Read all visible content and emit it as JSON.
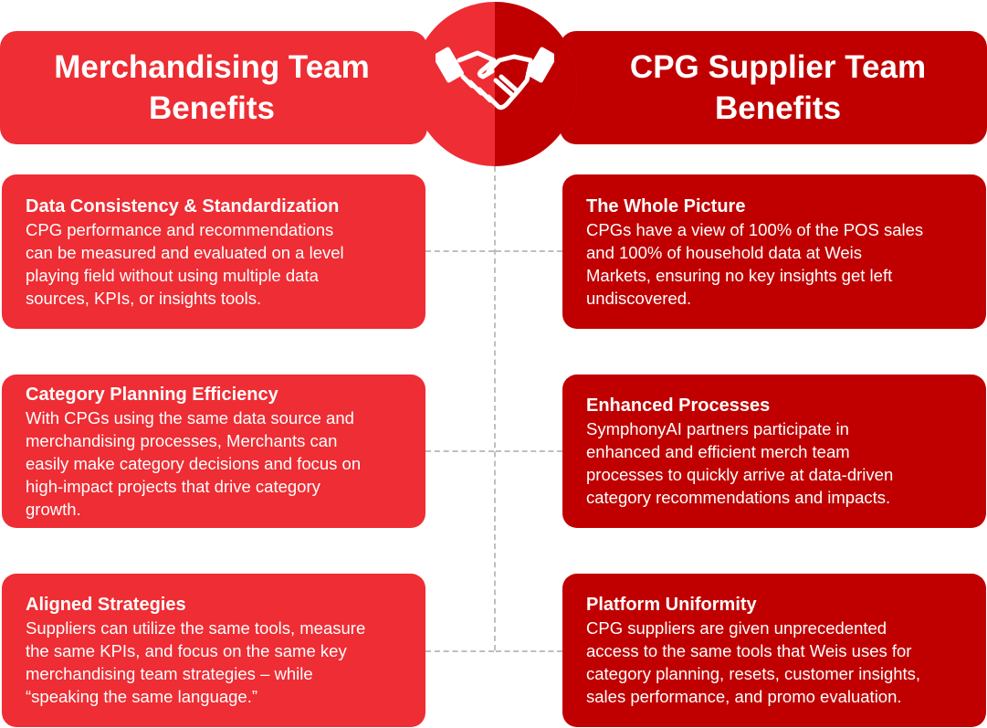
{
  "colors": {
    "left_red": "#ee2d34",
    "right_red": "#c00000",
    "connector": "#bfbfbf"
  },
  "headers": {
    "left": {
      "line1": "Merchandising Team",
      "line2": "Benefits"
    },
    "right": {
      "line1": "CPG Supplier Team",
      "line2": "Benefits"
    }
  },
  "center_icon": "handshake-icon",
  "left_cards": [
    {
      "title": "Data Consistency & Standardization",
      "body": "CPG performance and recommendations\ncan be measured and evaluated on a level\nplaying field without using multiple data\nsources, KPIs, or insights tools."
    },
    {
      "title": "Category Planning Efficiency",
      "body": "With CPGs using the same data source and\nmerchandising processes, Merchants can\neasily make category decisions and focus on\nhigh-impact projects that drive category\ngrowth."
    },
    {
      "title": "Aligned Strategies",
      "body": "Suppliers can utilize the same tools, measure\nthe same KPIs, and focus on the same key\nmerchandising team strategies – while\n“speaking the same language.”"
    }
  ],
  "right_cards": [
    {
      "title": "The Whole Picture",
      "body": "CPGs have a view of 100% of the POS sales\nand 100% of household data at Weis\nMarkets, ensuring no key insights get left\nundiscovered."
    },
    {
      "title": "Enhanced Processes",
      "body": "SymphonyAI partners participate in\nenhanced and efficient merch team\nprocesses to quickly arrive at data-driven\ncategory recommendations and impacts."
    },
    {
      "title": "Platform Uniformity",
      "body": "CPG suppliers are given unprecedented\naccess to the same tools that Weis uses for\ncategory planning, resets, customer insights,\nsales performance, and promo evaluation."
    }
  ]
}
